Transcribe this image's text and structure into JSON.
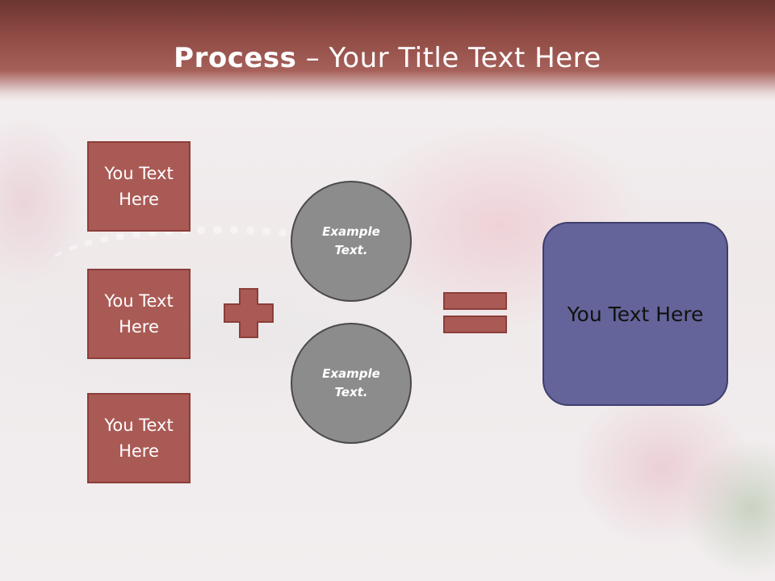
{
  "title": {
    "bold": "Process",
    "dash": " – ",
    "rest": "Your Title Text Here"
  },
  "input_boxes": [
    {
      "line1": "You Text",
      "line2": "Here"
    },
    {
      "line1": "You Text",
      "line2": "Here"
    },
    {
      "line1": "You Text",
      "line2": "Here"
    }
  ],
  "circles": [
    {
      "line1": "Example",
      "line2": "Text."
    },
    {
      "line1": "Example",
      "line2": "Text."
    }
  ],
  "result_box": {
    "text": "You Text Here"
  },
  "colors": {
    "header": "#9b544e",
    "box_fill": "#aa5a55",
    "circle_fill": "#8c8c8c",
    "result_fill": "#64649a"
  }
}
